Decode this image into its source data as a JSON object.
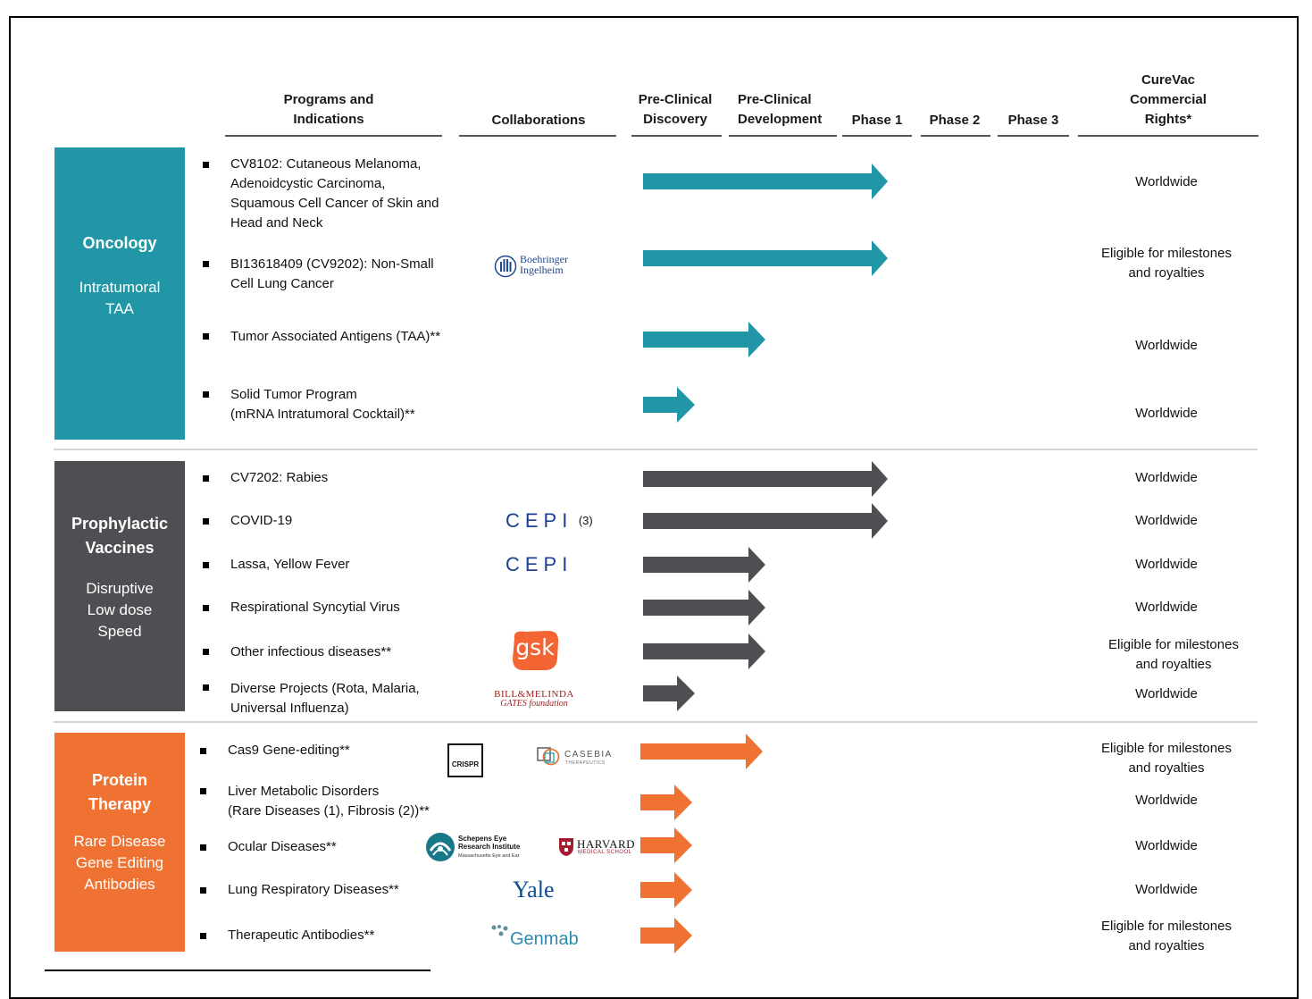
{
  "headers": {
    "programs": "Programs and\nIndications",
    "collaborations": "Collaborations",
    "preclinical_discovery": "Pre-Clinical\nDiscovery",
    "preclinical_development": "Pre-Clinical\nDevelopment",
    "phase1": "Phase 1",
    "phase2": "Phase 2",
    "phase3": "Phase 3",
    "rights": "CureVac\nCommercial\nRights*"
  },
  "categories": {
    "oncology": {
      "name": "Oncology",
      "sub": "Intratumoral\nTAA",
      "color": "#2196a6"
    },
    "vaccines": {
      "name": "Prophylactic\nVaccines",
      "sub": "Disruptive\nLow dose\nSpeed",
      "color": "#4d4f52"
    },
    "protein": {
      "name": "Protein\nTherapy",
      "sub": "Rare Disease\nGene Editing\nAntibodies",
      "color": "#f07233"
    }
  },
  "logos": {
    "boehringer": "Boehringer\nIngelheim",
    "cepi": "CEPI",
    "cepi_note": "(3)",
    "gsk": "gsk",
    "gates_line1": "BILL&MELINDA",
    "gates_line2": "GATES foundation",
    "crispr": "CRISPR",
    "casebia": "CASEBIA",
    "casebia_sub": "THERAPEUTICS",
    "schepens": "Schepens Eye\nResearch Institute",
    "schepens_sub": "Massachusetts Eye and Ear",
    "harvard": "HARVARD",
    "harvard_sub": "MEDICAL SCHOOL",
    "yale": "Yale",
    "genmab": "Genmab"
  },
  "programs": [
    {
      "label": "CV8102: Cutaneous Melanoma,\nAdenoidcystic Carcinoma,\nSquamous Cell Cancer of Skin and\nHead and Neck",
      "rights": "Worldwide",
      "stage": "Phase 1",
      "color": "#2196a6"
    },
    {
      "label": "BI13618409 (CV9202): Non-Small\nCell Lung Cancer",
      "rights": "Eligible for milestones\nand royalties",
      "stage": "Phase 1",
      "color": "#2196a6"
    },
    {
      "label": "Tumor Associated Antigens (TAA)**",
      "rights": "Worldwide",
      "stage": "Pre-Clinical Development",
      "color": "#2196a6"
    },
    {
      "label": "Solid Tumor Program\n(mRNA Intratumoral Cocktail)**",
      "rights": "Worldwide",
      "stage": "Pre-Clinical Discovery",
      "color": "#2196a6"
    },
    {
      "label": "CV7202: Rabies",
      "rights": "Worldwide",
      "stage": "Phase 1",
      "color": "#4d4f52"
    },
    {
      "label": "COVID-19",
      "rights": "Worldwide",
      "stage": "Phase 1",
      "color": "#4d4f52"
    },
    {
      "label": "Lassa, Yellow Fever",
      "rights": "Worldwide",
      "stage": "Pre-Clinical Development",
      "color": "#4d4f52"
    },
    {
      "label": "Respirational Syncytial Virus",
      "rights": "Worldwide",
      "stage": "Pre-Clinical Development",
      "color": "#4d4f52"
    },
    {
      "label": "Other infectious diseases**",
      "rights": "Eligible for milestones\nand royalties",
      "stage": "Pre-Clinical Development",
      "color": "#4d4f52"
    },
    {
      "label": "Diverse Projects (Rota, Malaria,\nUniversal Influenza)",
      "rights": "Worldwide",
      "stage": "Pre-Clinical Discovery",
      "color": "#4d4f52"
    },
    {
      "label": "Cas9 Gene-editing**",
      "rights": "Eligible for milestones\nand royalties",
      "stage": "Pre-Clinical Development",
      "color": "#f07233"
    },
    {
      "label": "Liver Metabolic Disorders\n(Rare Diseases (1), Fibrosis (2))**",
      "rights": "Worldwide",
      "stage": "Pre-Clinical Discovery",
      "color": "#f07233"
    },
    {
      "label": "Ocular Diseases**",
      "rights": "Worldwide",
      "stage": "Pre-Clinical Discovery",
      "color": "#f07233"
    },
    {
      "label": "Lung Respiratory Diseases**",
      "rights": "Worldwide",
      "stage": "Pre-Clinical Discovery",
      "color": "#f07233"
    },
    {
      "label": "Therapeutic Antibodies**",
      "rights": "Eligible for milestones\nand royalties",
      "stage": "Pre-Clinical Discovery",
      "color": "#f07233"
    }
  ]
}
